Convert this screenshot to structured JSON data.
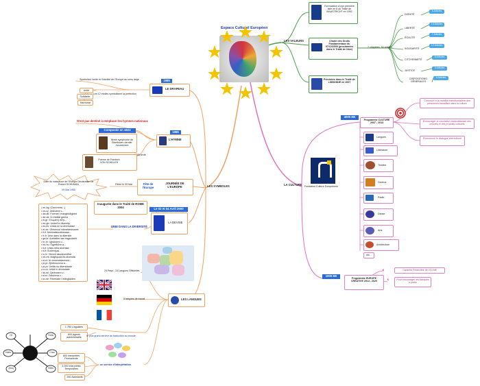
{
  "central": {
    "title": "Espace Culturel Européen"
  },
  "branches": {
    "valeurs": "LES VALEURS",
    "symboles": "LES SYMBOLES",
    "culture": "LA CULTURE"
  },
  "valeurs": {
    "formulation": "Formulation d'une première liste en 8 du Traité de MAASTRICHT en 1992",
    "charte": "Charte des Droits Fondamentaux du 07/12/2000 (proclamées dans le Traité de Nice)",
    "charte_meta": "7 chapitres, 54 articles",
    "lisbonne": "Précisées dans le Traité de LISBONNE en 2007",
    "chapters": [
      "DIGNITÉ",
      "LIBERTÉ",
      "ÉGALITÉ",
      "SOLIDARITÉ",
      "CITOYENNETÉ",
      "JUSTICE",
      "DISPOSITIONS GÉNÉRALES"
    ],
    "articles": [
      "5 Articles",
      "14 Articles",
      "7 Articles",
      "12 Articles",
      "6 Articles",
      "4 Articles",
      "6 Articles"
    ]
  },
  "drapeau": {
    "badge": "1985",
    "title": "LE DRAPEAU",
    "symbol": "Symbolise l'unité et l'Identité de l'Europe au sens large",
    "stars": "Les 12 étoiles symbolisent la perfection",
    "values": [
      "Unité",
      "Solidarité",
      "Harmonie"
    ]
  },
  "hymne": {
    "title": "L'HYMNE",
    "badge": "1985",
    "note": "N'est pas destiné à remplacer les hymnes nationaux",
    "composed": "Composée en 1823",
    "beethoven": "9ème symphonie de Beethoven dernier mouvement",
    "schiller": "Poème de Friedrich VON SCHILLER",
    "schiller_date": "1785 texte"
  },
  "journee": {
    "title": "JOURNÉE DE L'EUROPE",
    "date": "Fêtée le 09 Mai",
    "burst": "Date du naissance de l'Europe Déclaration de Robert SCHUMAN",
    "burst_date": "09 Mai 1950",
    "logo": "Fête de l'Europe"
  },
  "devise": {
    "title": "LA DEVISE",
    "badge": "Le 03 et 04 Avril 2000",
    "origin": "Inaugurée dans le Traité de ROME 2004",
    "unie": "UNIE DANS LA DIVERSITÉ",
    "translations": [
      "• en-bg: (Сплотени...)",
      "• cs-cz: Jednotná v...",
      "• da-dk: Forenet i mangfoldighed",
      "• de-de: In Vielfalt geeint",
      "• el-gr: Ενωμένη στην...",
      "• en-gb: United in diversity",
      "• es-es: Unida en la diversidad",
      "• et-ee: Ühinenud mitmekesisuses",
      "• fi-fi: Moninaisuudessaan...",
      "• fr-fr: Unie dans la diversité",
      "• ga-ie: Aontaithe san éagsúlacht",
      "• hr-hr: Ujedinjeni u...",
      "• hu-hu: Egyesülve a...",
      "• it-it: Unita nella diversità",
      "• lt-lt: Suvienijusi...",
      "• lv-lv: Vienoti daudzveidībā",
      "• mt-mt: Magħquda fid-diversità",
      "• nl-nl: In verscheidenheid...",
      "• pl-pl: Zjednoczona w...",
      "• pt-pt: Unida na diversidade",
      "• ro-ro: Unită în diversitate",
      "• sk-sk: Zjednotení v...",
      "• sl-si: Združena v...",
      "• sv-se: Förenade i mångfalden"
    ]
  },
  "langues": {
    "title": "LES LANGUES",
    "count": "24 Pays - 24 Langues Officielles",
    "travail": "3 langues de travail",
    "linguistes": "1 750 Linguistes",
    "agents": "600 Agents administratifs",
    "budget": "le plus grand service de traduction au monde",
    "interpretes_title": "un service d'interprétation",
    "interpretes": [
      "800 Interprètes Permanents",
      "3 000 Interprètes Temporaires",
      "250 Assistants"
    ],
    "bubbles": [
      "Hi",
      "Hola",
      "Hallo",
      "Ciao",
      "Ahoj",
      "Hello"
    ]
  },
  "culture": {
    "badge_top": "4000 M€",
    "badge_bot": "1000 M€",
    "logo_caption": "Fondation Culture Européenne",
    "programme1": "Programme CULTURE 2007 - 2013",
    "programme2": "Programme EUROPE CRÉATIVE 2014 - 2020",
    "goals": [
      "Concourir à la mobilité transfrontalière des personnes travaillant dans la culture",
      "Encourager la circulation transnationale des œuvres et des produits culturels",
      "Promouvoir le dialogue interculturel"
    ],
    "items": [
      "Langues",
      "Littérature",
      "Théâtre",
      "Cinéma",
      "Radio",
      "Danse",
      "Arts",
      "Architecture",
      "etc..."
    ],
    "ec_goals": [
      "Garantie Financière de 210 M€",
      "Pour encourager les banques à prêter"
    ]
  }
}
